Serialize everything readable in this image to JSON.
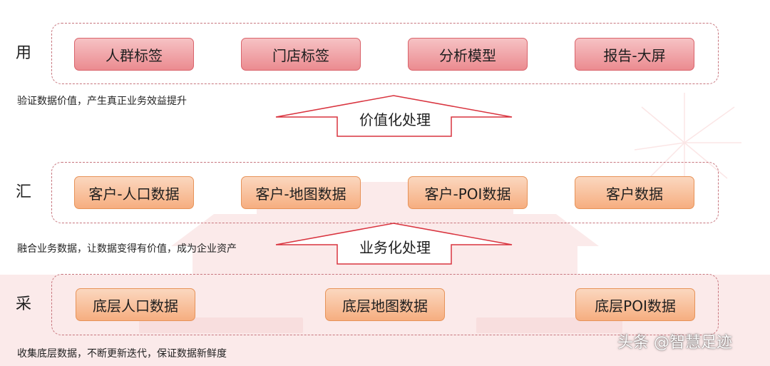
{
  "layers": {
    "use": {
      "label": "用",
      "note": "验证数据价值，产生真正业务效益提升",
      "items": [
        "人群标签",
        "门店标签",
        "分析模型",
        "报告-大屏"
      ]
    },
    "aggregate": {
      "label": "汇",
      "note": "融合业务数据，让数据变得有价值，成为企业资产",
      "items": [
        "客户-人口数据",
        "客户-地图数据",
        "客户-POI数据",
        "客户数据"
      ]
    },
    "collect": {
      "label": "采",
      "note": "收集底层数据，不断更新迭代，保证数据新鲜度",
      "items": [
        "底层人口数据",
        "底层地图数据",
        "底层POI数据"
      ]
    }
  },
  "arrows": {
    "upper": "价值化处理",
    "lower": "业务化处理"
  },
  "watermark": "头条 @智慧足迹",
  "colors": {
    "red_fill": "#eb8b90",
    "orange_fill": "#f6ae80",
    "dashed_border": "#c7757d",
    "arrow_stroke": "#d9343f"
  }
}
